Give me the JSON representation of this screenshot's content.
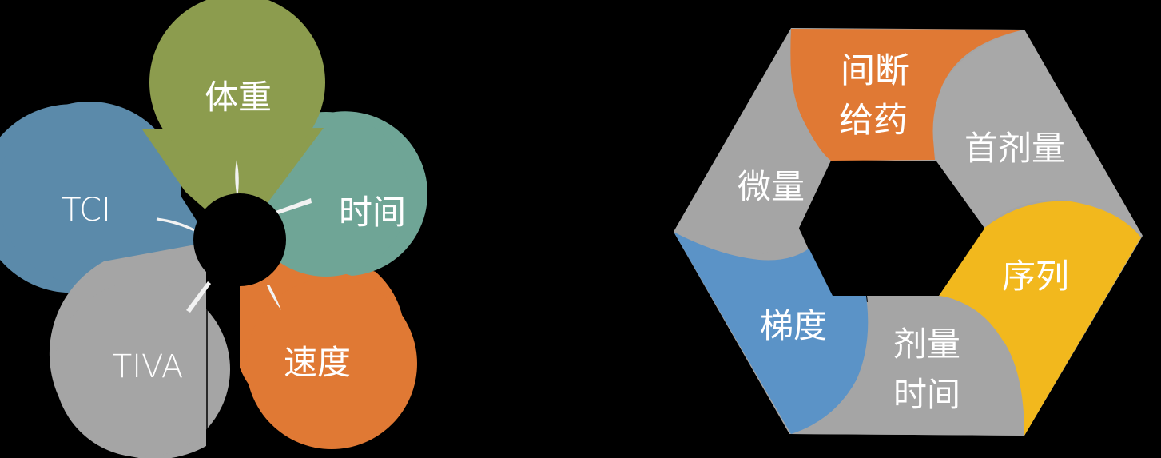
{
  "flower": {
    "center_color": "#000000",
    "petals": [
      {
        "label": "体重",
        "color": "#8C9C4E"
      },
      {
        "label": "时间",
        "color": "#6FA596"
      },
      {
        "label": "速度",
        "color": "#E07934"
      },
      {
        "label": "TIVA",
        "color": "#A5A5A5"
      },
      {
        "label": "TCI",
        "color": "#5B8AAA"
      }
    ]
  },
  "hexagon": {
    "segments": [
      {
        "label_line1": "间断",
        "label_line2": "给药",
        "color": "#E07934"
      },
      {
        "label_line1": "首剂量",
        "label_line2": "",
        "color": "#A5A5A5"
      },
      {
        "label_line1": "序列",
        "label_line2": "",
        "color": "#F2B81D"
      },
      {
        "label_line1": "剂量",
        "label_line2": "时间",
        "color": "#A5A5A5"
      },
      {
        "label_line1": "梯度",
        "label_line2": "",
        "color": "#5B93C7"
      },
      {
        "label_line1": "微量",
        "label_line2": "",
        "color": "#A5A5A5"
      }
    ]
  }
}
